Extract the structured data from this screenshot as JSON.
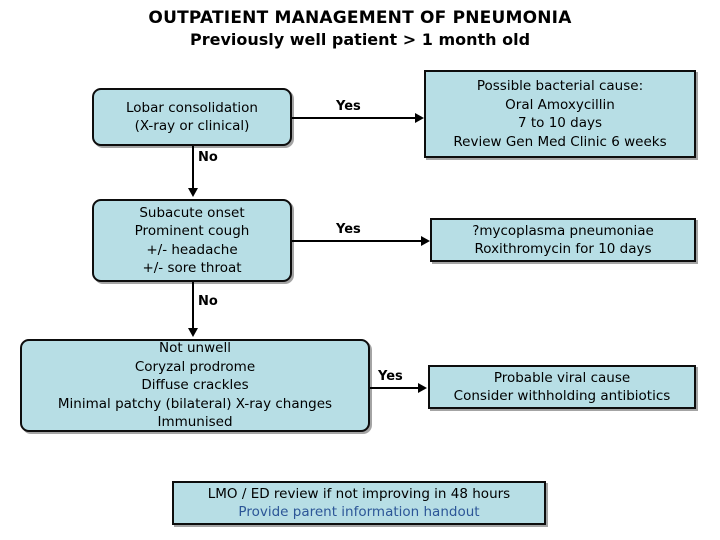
{
  "title": {
    "line1": "OUTPATIENT MANAGEMENT OF PNEUMONIA",
    "line2": "Previously well patient > 1 month old"
  },
  "colors": {
    "box_fill": "#b7dee5",
    "box_border": "#0d0d0d",
    "text": "#000000",
    "link_text": "#2c5697",
    "background": "#ffffff"
  },
  "nodes": {
    "decision1": {
      "lines": [
        "Lobar consolidation",
        "(X-ray or clinical)"
      ]
    },
    "outcome1": {
      "lines": [
        "Possible bacterial cause:",
        "Oral Amoxycillin",
        "7 to 10 days",
        "Review Gen Med Clinic 6 weeks"
      ]
    },
    "decision2": {
      "lines": [
        "Subacute onset",
        "Prominent cough",
        "+/- headache",
        "+/- sore throat"
      ]
    },
    "outcome2": {
      "lines": [
        "?mycoplasma pneumoniae",
        "Roxithromycin for 10 days"
      ]
    },
    "decision3": {
      "lines": [
        "Not unwell",
        "Coryzal prodrome",
        "Diffuse crackles",
        "Minimal patchy (bilateral) X-ray changes",
        "Immunised"
      ]
    },
    "outcome3": {
      "lines": [
        "Probable viral cause",
        "Consider withholding antibiotics"
      ]
    },
    "footer": {
      "line1": "LMO / ED review if not improving in 48 hours",
      "line2": "Provide parent information handout"
    }
  },
  "edges": {
    "yes1": "Yes",
    "no1": "No",
    "yes2": "Yes",
    "no2": "No",
    "yes3": "Yes"
  }
}
